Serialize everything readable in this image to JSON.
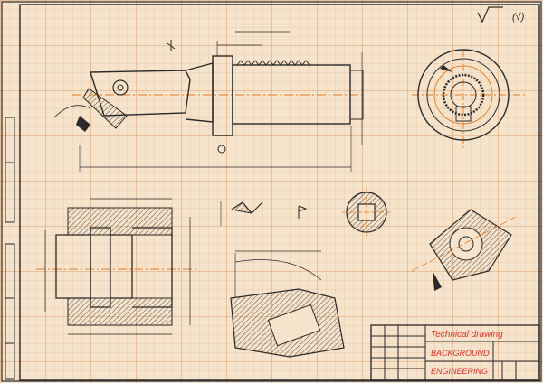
{
  "title_block": {
    "line1": "Technical drawing",
    "line2": "BACKGROUND",
    "line3": "ENGINEERING"
  },
  "roughness_note": "(√)",
  "colors": {
    "paper": "#f6e3cc",
    "grid": "#d6965a",
    "ink": "#2a2a2a",
    "centerline": "#e67e22",
    "title_text": "#e8322a"
  }
}
